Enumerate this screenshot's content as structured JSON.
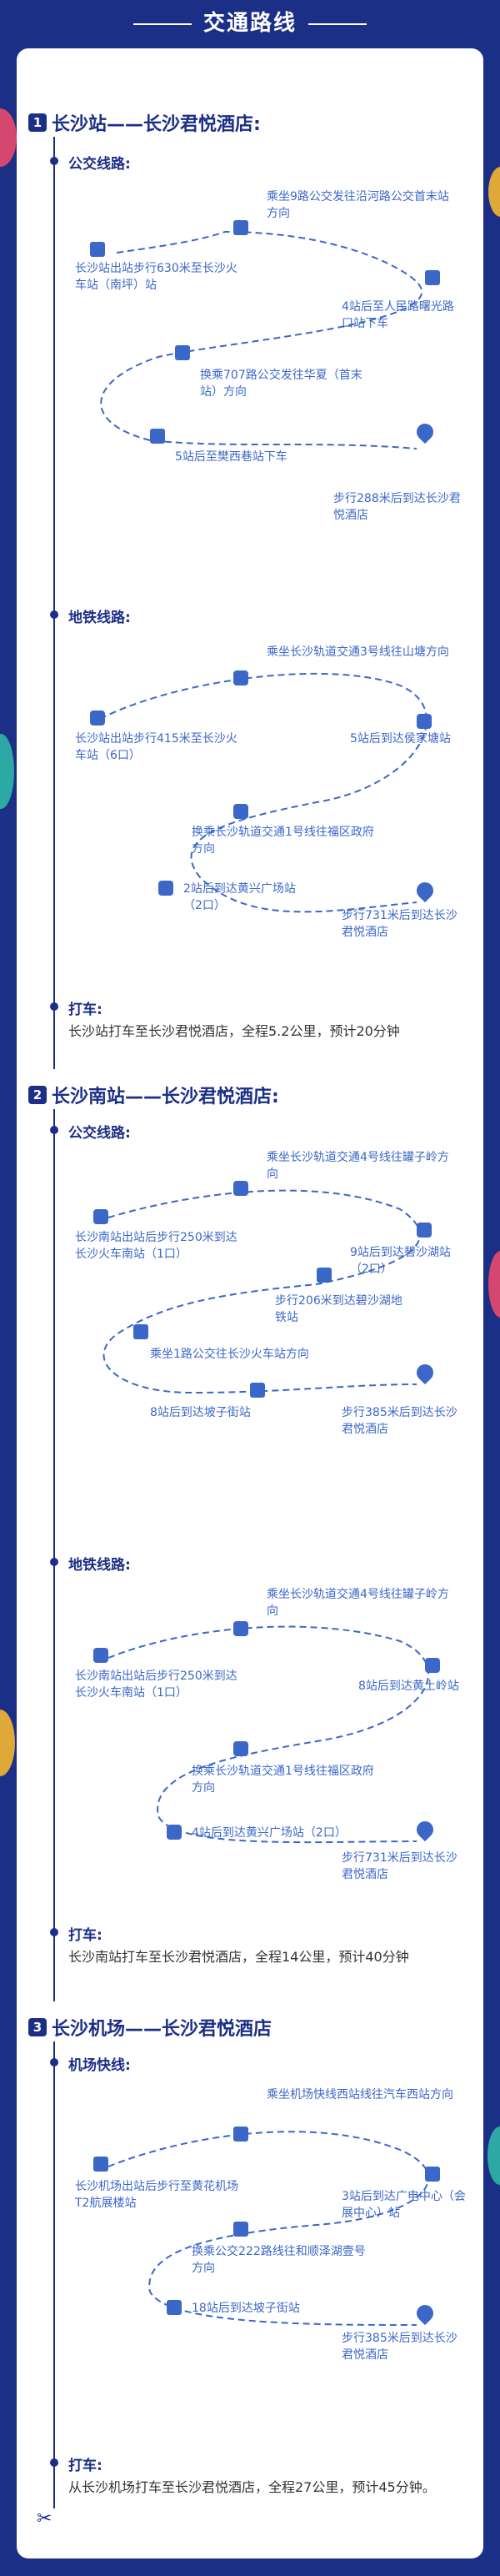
{
  "page_title": "交通路线",
  "colors": {
    "primary": "#1c2f86",
    "accent": "#3b67c8",
    "text": "#333333"
  },
  "icons": [
    "bus-icon",
    "subway-icon",
    "location-pin-icon",
    "scissors-icon"
  ],
  "sections": [
    {
      "num": "1",
      "title": "长沙站——长沙君悦酒店:",
      "bus_label": "公交线路:",
      "bus_steps": [
        "长沙站出站步行630米至长沙火车站（南坪）站",
        "乘坐9路公交发往沿河路公交首末站方向",
        "4站后至人民路曙光路口站下车",
        "换乘707路公交发往华夏（首末站）方向",
        "5站后至樊西巷站下车",
        "步行288米后到达长沙君悦酒店"
      ],
      "metro_label": "地铁线路:",
      "metro_steps": [
        "长沙站出站步行415米至长沙火车站（6口）",
        "乘坐长沙轨道交通3号线往山塘方向",
        "5站后到达侯家塘站",
        "换乘长沙轨道交通1号线往福区政府方向",
        "2站后到达黄兴广场站（2口）",
        "步行731米后到达长沙君悦酒店"
      ],
      "taxi_label": "打车:",
      "taxi_text": "长沙站打车至长沙君悦酒店，全程5.2公里，预计20分钟"
    },
    {
      "num": "2",
      "title": "长沙南站——长沙君悦酒店:",
      "bus_label": "公交线路:",
      "bus_steps": [
        "长沙南站出站后步行250米到达长沙火车南站（1口）",
        "乘坐长沙轨道交通4号线往罐子岭方向",
        "9站后到达碧沙湖站（2口）",
        "步行206米到达碧沙湖地铁站",
        "乘坐1路公交往长沙火车站方向",
        "8站后到达坡子街站",
        "步行385米后到达长沙君悦酒店"
      ],
      "metro_label": "地铁线路:",
      "metro_steps": [
        "长沙南站出站后步行250米到达长沙火车南站（1口）",
        "乘坐长沙轨道交通4号线往罐子岭方向",
        "8站后到达黄土岭站",
        "换乘长沙轨道交通1号线往福区政府方向",
        "4站后到达黄兴广场站（2口）",
        "步行731米后到达长沙君悦酒店"
      ],
      "taxi_label": "打车:",
      "taxi_text": "长沙南站打车至长沙君悦酒店，全程14公里，预计40分钟"
    },
    {
      "num": "3",
      "title": "长沙机场——长沙君悦酒店",
      "bus_label": "机场快线:",
      "bus_steps": [
        "长沙机场出站后步行至黄花机场T2航展楼站",
        "乘坐机场快线西站线往汽车西站方向",
        "3站后到达广电中心（会展中心）站",
        "换乘公交222路线往和顺泽湖壹号方向",
        "18站后到达坡子街站",
        "步行385米后到达长沙君悦酒店"
      ],
      "taxi_label": "打车:",
      "taxi_text": "从长沙机场打车至长沙君悦酒店，全程27公里，预计45分钟。"
    }
  ]
}
